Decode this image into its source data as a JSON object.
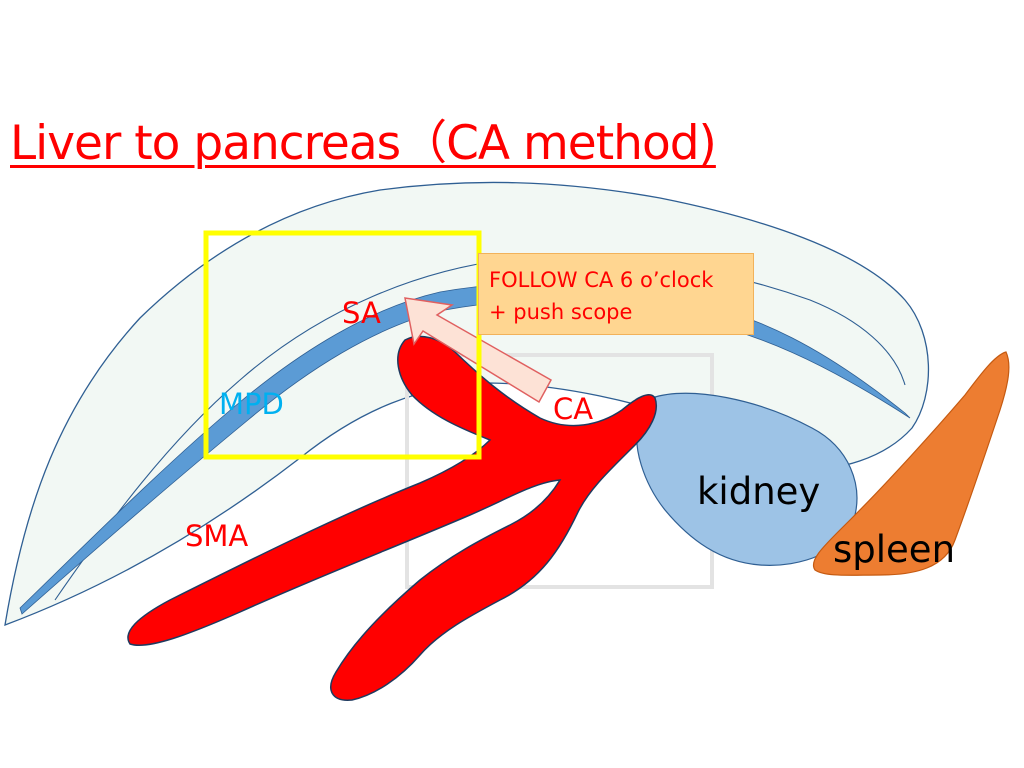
{
  "slide": {
    "title": "Liver to pancreas（CA method)",
    "callout": {
      "line1": "FOLLOW CA 6 o’clock",
      "line2": "+ push scope"
    },
    "labels": {
      "sa": "SA",
      "mpd": "MPD",
      "ca": "CA",
      "sma": "SMA",
      "kidney": "kidney",
      "spleen": "spleen"
    }
  },
  "colors": {
    "vessel_red": "#ff0000",
    "pancreas_fill": "#f2f8f4",
    "outline_blue": "#2f5f93",
    "duct_blue": "#5b9bd5",
    "kidney_blue": "#9dc3e6",
    "spleen_orange": "#ed7d31",
    "highlight_yellow": "#ffff00",
    "callout_fill": "#ffd691",
    "mpd_label": "#00b0f0"
  }
}
